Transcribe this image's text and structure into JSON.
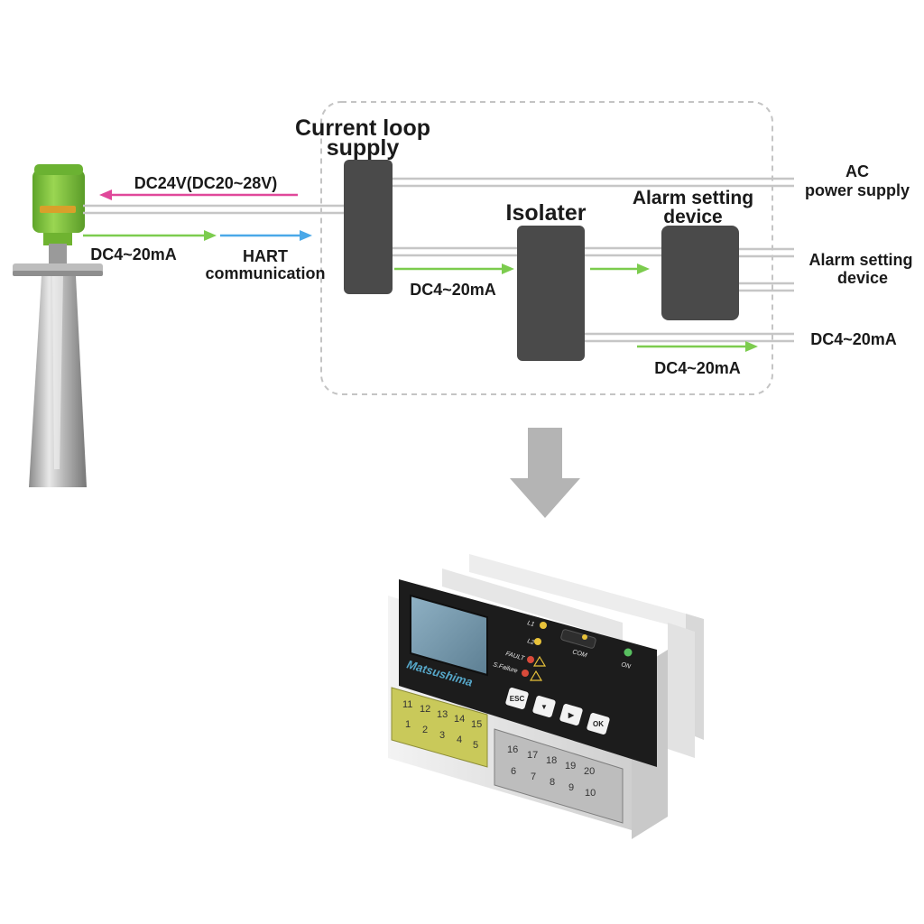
{
  "diagram": {
    "labels": {
      "current_loop_supply_line1": "Current loop",
      "current_loop_supply_line2": "supply",
      "dc24v": "DC24V(DC20~28V)",
      "dc4_20ma_left": "DC4~20mA",
      "hart_line1": "HART",
      "hart_line2": "communication",
      "isolater": "Isolater",
      "alarm_device_top_line1": "Alarm setting",
      "alarm_device_top_line2": "device",
      "ac_line1": "AC",
      "ac_line2": "power supply",
      "alarm_right_line1": "Alarm setting",
      "alarm_right_line2": "device",
      "dc4_20ma_mid": "DC4~20mA",
      "dc4_20ma_right": "DC4~20mA",
      "dc4_20ma_bottom": "DC4~20mA"
    },
    "colors": {
      "power_arrow": "#e0489a",
      "signal_arrow": "#7ccc4e",
      "hart_arrow": "#4aa8e8",
      "block": "#4a4a4a",
      "wire": "#c8c8c8",
      "big_arrow": "#b4b4b4",
      "sensor_body": "#7dc23a"
    }
  },
  "device": {
    "brand": "Matsushima",
    "indicators": [
      "L1",
      "L2",
      "FAULT",
      "S.Failure"
    ],
    "com_label": "COM",
    "on_label": "ON",
    "buttons": [
      "ESC",
      "▼",
      "▶",
      "OK"
    ],
    "terminals_left_top": [
      "11",
      "12",
      "13",
      "14",
      "15"
    ],
    "terminals_left_bottom": [
      "1",
      "2",
      "3",
      "4",
      "5"
    ],
    "terminals_right_top": [
      "16",
      "17",
      "18",
      "19",
      "20"
    ],
    "terminals_right_bottom": [
      "6",
      "7",
      "8",
      "9",
      "10"
    ]
  }
}
